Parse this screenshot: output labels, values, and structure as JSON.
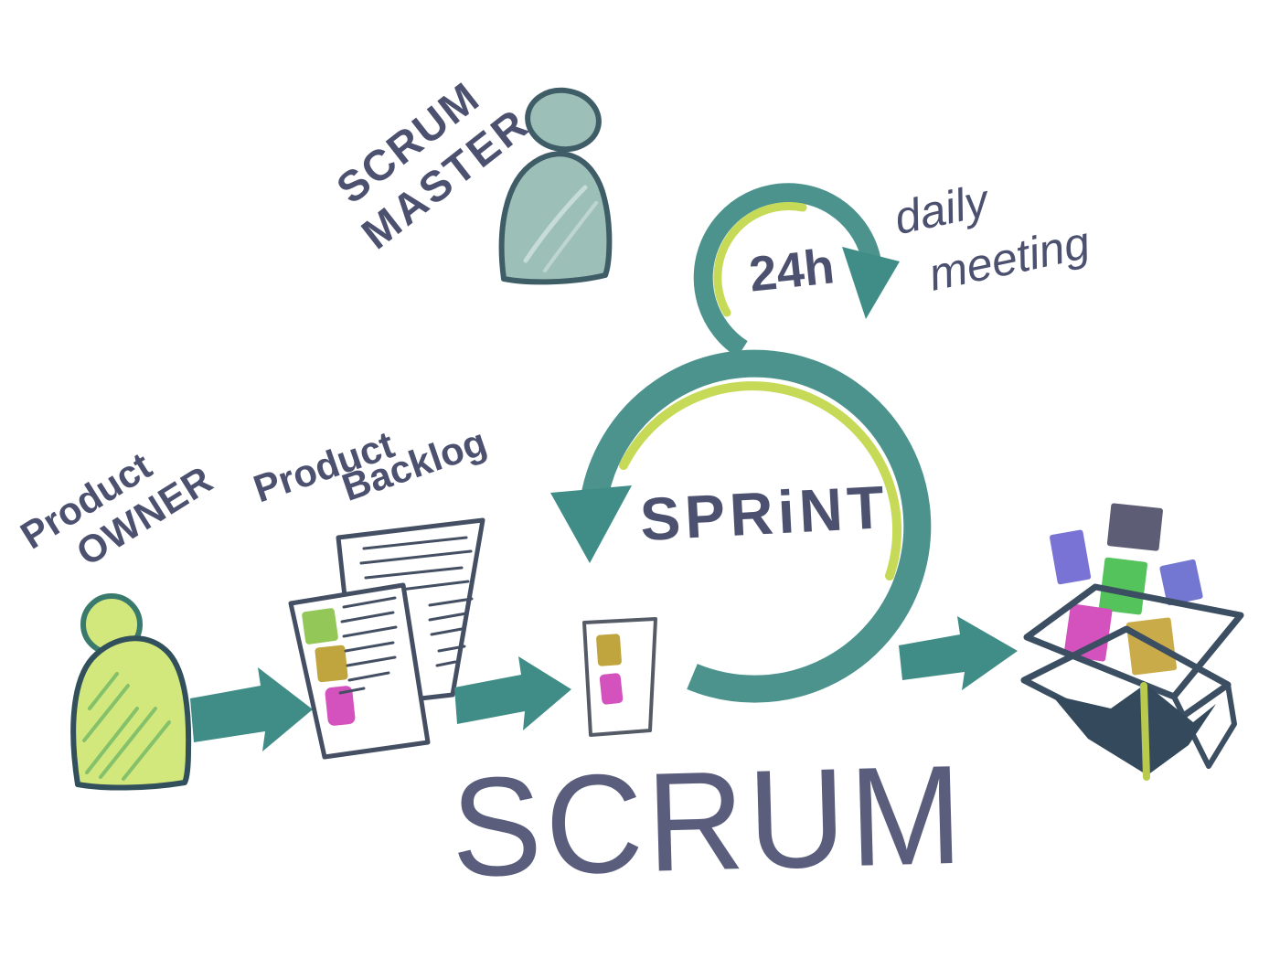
{
  "labels": {
    "scrum_master": {
      "line1": "SCRUM",
      "line2": "MASTER"
    },
    "daily_meeting": {
      "line1": "daily",
      "line2": "meeting"
    },
    "cycle": "24h",
    "sprint": "SPRiNT",
    "product_owner": {
      "line1": "Product",
      "line2": "OWNER"
    },
    "product_backlog": {
      "line1": "Product",
      "line2": "Backlog"
    },
    "title": "SCRUM"
  },
  "colors": {
    "ink": "#4c5170",
    "title_ink": "#5a5e7c",
    "teal": "#4c938e",
    "arrow_teal": "#3f8d86",
    "lime": "#c6da57",
    "sm_fill": "#9cc0b8",
    "sm_outline": "#3f5d66",
    "po_fill": "#d2e87c",
    "po_head_outline": "#3a7a6c",
    "po_outline": "#31505c",
    "doc_outline": "#444f63",
    "note_green": "#93c859",
    "note_green_bright": "#55c35c",
    "note_gold": "#c0a43e",
    "note_magenta": "#d452bd",
    "note_purple": "#7973d5",
    "note_blue": "#7477d1",
    "note_dark": "#5d5d75",
    "box_outline": "#3c4e61",
    "box_interior": "#34495c",
    "box_stripe": "#b8cb4d",
    "paper": "#ffffff"
  }
}
